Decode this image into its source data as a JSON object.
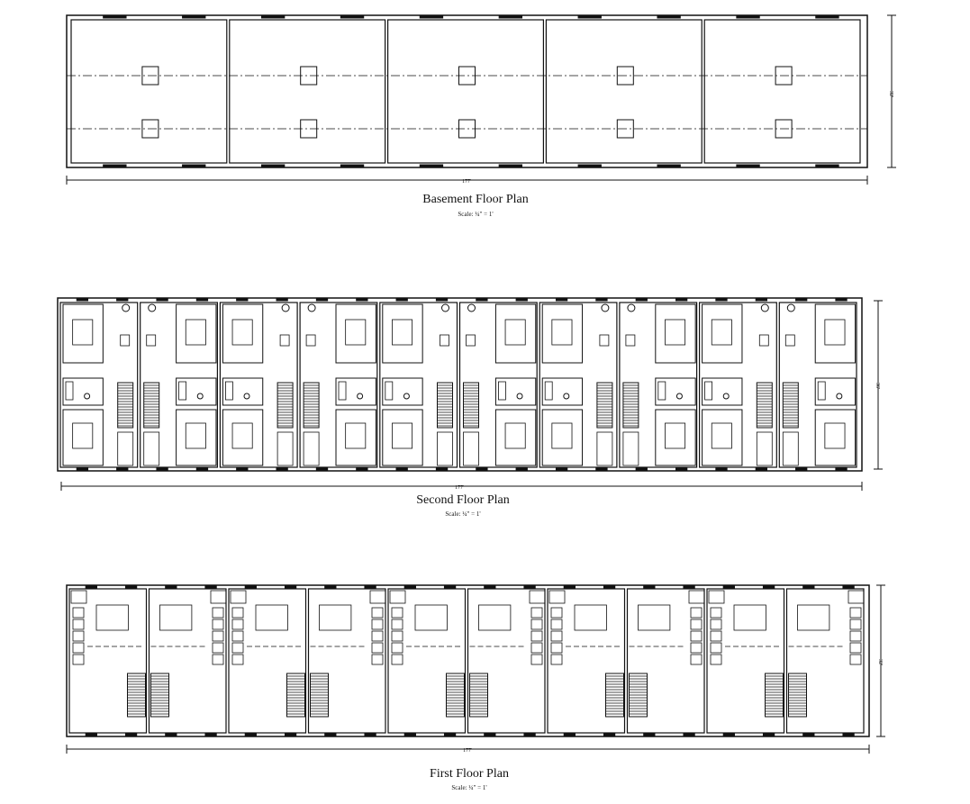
{
  "plans": [
    {
      "id": "basement",
      "title": "Basement Floor Plan",
      "scale": "Scale: ¼\" = 1'",
      "width_label": "177'",
      "depth_label": "32'",
      "units": 5
    },
    {
      "id": "second",
      "title": "Second Floor Plan",
      "scale": "Scale: ¼\" = 1'",
      "width_label": "177'",
      "depth_label": "36'",
      "units": 10
    },
    {
      "id": "first",
      "title": "First Floor Plan",
      "scale": "Scale: ¼\" = 1'",
      "width_label": "177'",
      "depth_label": "32'",
      "units": 10
    }
  ]
}
